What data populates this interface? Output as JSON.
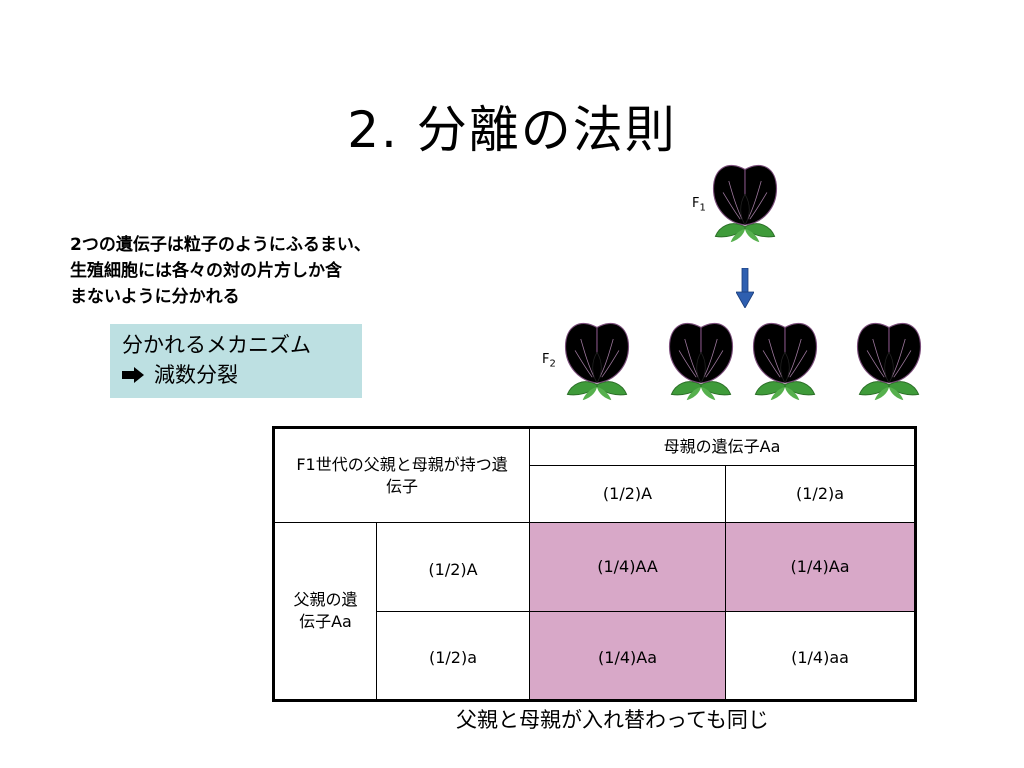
{
  "slide": {
    "title": "2. 分離の法則",
    "description_lines": [
      "2つの遺伝子は粒子のようにふるまい、",
      "生殖細胞には各々の対の片方しか含",
      "まないように分かれる"
    ],
    "mechanism_box": {
      "line1": "分かれるメカニズム",
      "line2": "減数分裂",
      "bullet_icon": "right-arrow-icon",
      "background": "#bde0e2"
    },
    "f1_label": {
      "main": "F",
      "sub": "1"
    },
    "f2_label": {
      "main": "F",
      "sub": "2"
    },
    "flower_colors": {
      "purple": "#d6a8d6",
      "white": "#ffffff"
    },
    "table": {
      "header_top_left": "F1世代の父親と母親が持つ遺伝子",
      "mother_header": "母親の遺伝子Aa",
      "mother_cols": [
        "(1/2)A",
        "(1/2)a"
      ],
      "father_header": "父親の遺伝子Aa",
      "father_rows": [
        "(1/2)A",
        "(1/2)a"
      ],
      "cells": [
        [
          "(1/4)AA",
          "(1/4)Aa"
        ],
        [
          "(1/4)Aa",
          "(1/4)aa"
        ]
      ],
      "highlight_color": "#d8a8c8"
    },
    "footer_note": "父親と母親が入れ替わっても同じ"
  }
}
